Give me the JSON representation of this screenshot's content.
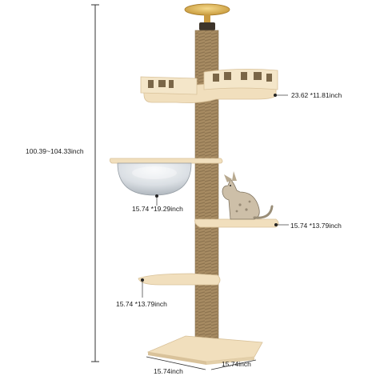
{
  "dimensions": {
    "total_height": "100.39~104.33inch",
    "top_platform": "23.62 *11.81inch",
    "bowl_platform": "15.74 *19.29inch",
    "cat_platform": "15.74 *13.79inch",
    "lower_platform": "15.74 *13.79inch",
    "base_width": "15.74inch",
    "base_depth": "15.74inch"
  },
  "colors": {
    "wood": "#f1dfbd",
    "wood_edge": "#d9c29a",
    "sisal": "#a78b62",
    "sisal_dark": "#8d7450",
    "dimension_line": "#333333"
  }
}
